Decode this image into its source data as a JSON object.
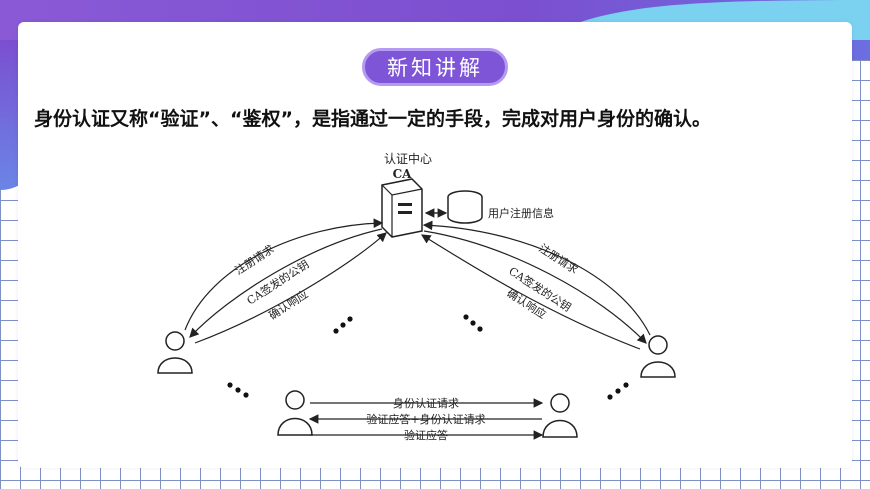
{
  "section_title": "新知讲解",
  "headline": "身份认证又称“验证”、“鉴权”，是指通过一定的手段，完成对用户身份的确认。",
  "diagram": {
    "ca_label_line1": "认证中心",
    "ca_label_line2": "CA",
    "db_label": "用户注册信息",
    "left_arrows": [
      "注册请求",
      "CA签发的公钥",
      "确认响应"
    ],
    "right_arrows": [
      "注册请求",
      "CA签发的公钥",
      "确认响应"
    ],
    "bottom_arrows": [
      "身份认证请求",
      "验证应答+身份认证请求",
      "验证应答"
    ]
  },
  "colors": {
    "accent_purple": "#7f55d8",
    "grid_blue": "#7d8fc4"
  }
}
